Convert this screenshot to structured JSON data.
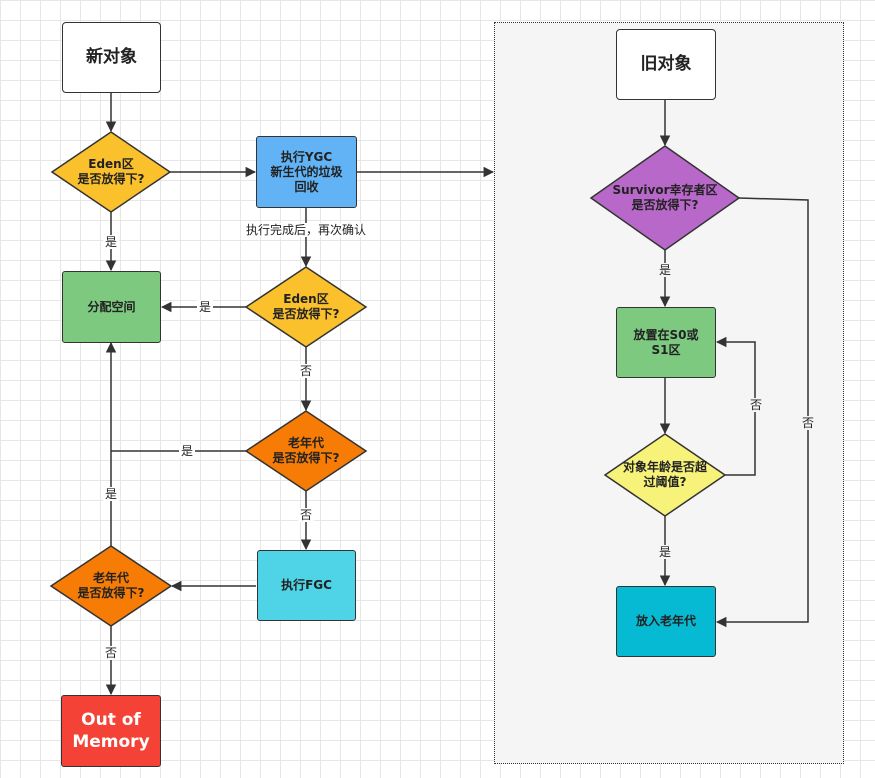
{
  "colors": {
    "yellow": "#fbc12d",
    "blue": "#61b3f5",
    "green": "#7cc97f",
    "orange": "#f67c06",
    "cyan": "#4fd3e6",
    "red": "#f44336",
    "purple": "#b868c8",
    "light_yellow": "#f7f27a",
    "teal": "#06bad3",
    "stroke": "#333333"
  },
  "nodes": {
    "new_object": "新对象",
    "eden_check_1": "Eden区\n是否放得下?",
    "ygc": "执行YGC\n新生代的垃圾\n回收",
    "allocate": "分配空间",
    "eden_check_2": "Eden区\n是否放得下?",
    "old_check_1": "老年代\n是否放得下?",
    "fgc": "执行FGC",
    "old_check_2": "老年代\n是否放得下?",
    "oom": "Out of\nMemory",
    "old_object": "旧对象",
    "survivor_check": "Survivor幸存者区\n是否放得下?",
    "place_s0_s1": "放置在S0或\nS1区",
    "age_check": "对象年龄是否超\n过阈值?",
    "to_old_gen": "放入老年代"
  },
  "edge_labels": {
    "after_ygc": "执行完成后，再次确认",
    "eden1_yes": "是",
    "eden2_yes": "是",
    "eden2_no": "否",
    "old1_yes": "是",
    "old1_no": "否",
    "old2_yes": "是",
    "old2_no": "否",
    "survivor_yes": "是",
    "survivor_no": "否",
    "age_yes": "是",
    "age_no": "否"
  }
}
